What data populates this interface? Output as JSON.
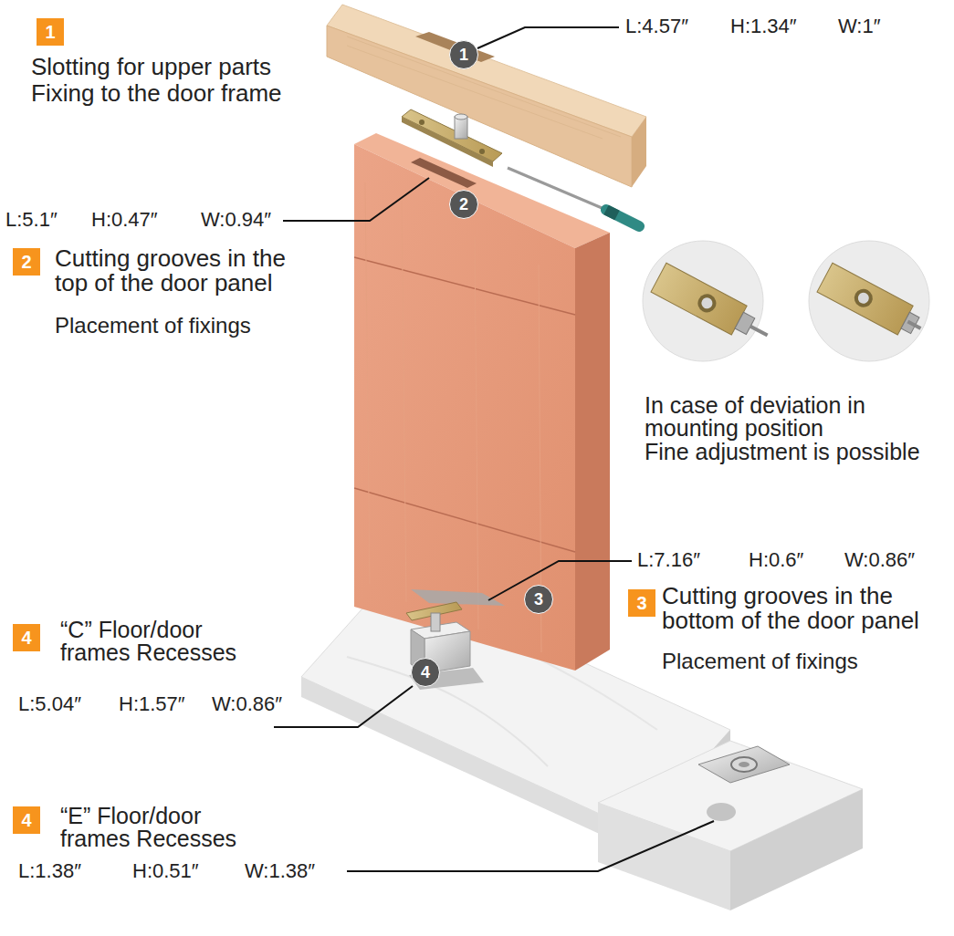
{
  "diagram": {
    "nodes": [
      {
        "text": [
          "1"
        ]
      },
      {
        "text": [
          "1"
        ]
      },
      {
        "text": [
          "2"
        ]
      },
      {
        "text": [
          "2"
        ]
      },
      {
        "text": [
          "3"
        ]
      },
      {
        "text": [
          "3"
        ]
      },
      {
        "text": [
          "4"
        ]
      },
      {
        "text": [
          "4"
        ]
      },
      {
        "text": [
          "4"
        ]
      }
    ],
    "labels": [
      "Slotting for upper parts",
      "Fixing to the door frame",
      "L:4.57″",
      "H:1.34″",
      "W:1″",
      "L:5.1″",
      "H:0.47″",
      "W:0.94″",
      "Cutting grooves in the top of the door panel",
      "Placement of fixings",
      "In case of deviation in mounting position",
      "Fine adjustment is possible",
      "L:7.16″",
      "H:0.6″",
      "W:0.86″",
      "Cutting grooves in the bottom of the door panel",
      "Placement of fixings",
      "“C” Floor/door frames Recesses",
      "L:5.04″",
      "H:1.57″",
      "W:0.86″",
      "“E” Floor/door frames Recesses",
      "L:1.38″",
      "H:0.51″",
      "W:1.38″"
    ]
  }
}
